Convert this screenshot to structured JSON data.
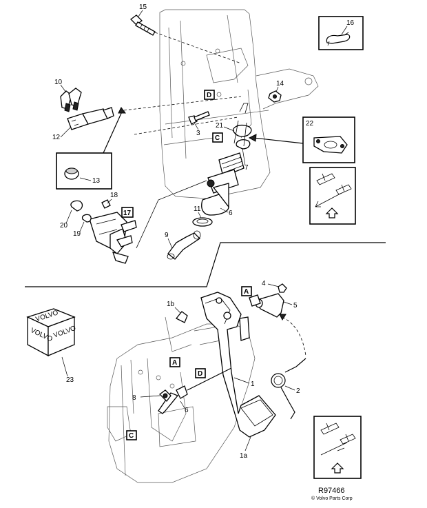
{
  "callouts": {
    "c15": "15",
    "c16": "16",
    "c10": "10",
    "c14": "14",
    "c12": "12",
    "c3": "3",
    "c21": "21",
    "c22": "22",
    "c7": "7",
    "c13": "13",
    "c18": "18",
    "c11": "11",
    "c6_top": "6",
    "c20": "20",
    "c19": "19",
    "c9": "9",
    "c4": "4",
    "c1b": "1b",
    "c5": "5",
    "c23": "23",
    "c1": "1",
    "c2": "2",
    "c8": "8",
    "c6_bottom": "6",
    "c1a": "1a"
  },
  "reference_boxes": {
    "d_top": "D",
    "c_top": "C",
    "b17": "17",
    "a_right": "A",
    "a_left": "A",
    "d_bottom": "D",
    "c_bottom": "C"
  },
  "package_text": "VOLVO",
  "footer": {
    "ref_code": "R97466",
    "copyright": "© Volvo Parts Corp"
  }
}
